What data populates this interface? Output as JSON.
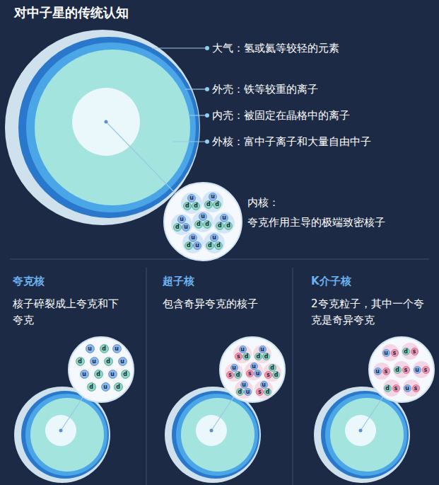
{
  "diagram": {
    "title": "对中子星的传统认知",
    "nodes": [
      {
        "text": [
          "u"
        ]
      },
      {
        "text": [
          "d"
        ]
      },
      {
        "text": [
          "d"
        ]
      },
      {
        "text": [
          "u"
        ]
      },
      {
        "text": [
          "d"
        ]
      },
      {
        "text": [
          "d"
        ]
      },
      {
        "text": [
          "u"
        ]
      },
      {
        "text": [
          "u"
        ]
      },
      {
        "text": [
          "d"
        ]
      },
      {
        "text": [
          "u"
        ]
      },
      {
        "text": [
          "d"
        ]
      },
      {
        "text": [
          "d"
        ]
      },
      {
        "text": [
          "u"
        ]
      },
      {
        "text": [
          "d"
        ]
      },
      {
        "text": [
          "d"
        ]
      },
      {
        "text": [
          "u"
        ]
      },
      {
        "text": [
          "u"
        ]
      },
      {
        "text": [
          "d"
        ]
      },
      {
        "text": [
          "u"
        ]
      },
      {
        "text": [
          "d"
        ]
      },
      {
        "text": [
          "d"
        ]
      },
      {
        "text": [
          "u"
        ]
      },
      {
        "text": [
          "d"
        ]
      },
      {
        "text": [
          "u"
        ]
      },
      {
        "text": [
          "d"
        ]
      },
      {
        "text": [
          "u"
        ]
      },
      {
        "text": [
          "d"
        ]
      },
      {
        "text": [
          "u"
        ]
      },
      {
        "text": [
          "u"
        ]
      },
      {
        "text": [
          "d"
        ]
      },
      {
        "text": [
          "u"
        ]
      },
      {
        "text": [
          "d"
        ]
      },
      {
        "text": [
          "d"
        ]
      },
      {
        "text": [
          "u"
        ]
      },
      {
        "text": [
          "d"
        ]
      },
      {
        "text": [
          "u"
        ]
      },
      {
        "text": [
          "d"
        ]
      },
      {
        "text": [
          "s"
        ]
      },
      {
        "text": [
          "u"
        ]
      },
      {
        "text": [
          "d"
        ]
      },
      {
        "text": [
          "d"
        ]
      },
      {
        "text": [
          "u"
        ]
      },
      {
        "text": [
          "d"
        ]
      },
      {
        "text": [
          "s"
        ]
      },
      {
        "text": [
          "u"
        ]
      },
      {
        "text": [
          "u"
        ]
      },
      {
        "text": [
          "s"
        ]
      },
      {
        "text": [
          "d"
        ]
      },
      {
        "text": [
          "d"
        ]
      },
      {
        "text": [
          "s"
        ]
      },
      {
        "text": [
          "u"
        ]
      },
      {
        "text": [
          "u"
        ]
      },
      {
        "text": [
          "d"
        ]
      },
      {
        "text": [
          "u"
        ]
      },
      {
        "text": [
          "d"
        ]
      },
      {
        "text": [
          "s"
        ]
      },
      {
        "text": [
          "u"
        ]
      },
      {
        "text": [
          "s"
        ]
      },
      {
        "text": [
          "d"
        ]
      },
      {
        "text": [
          "s"
        ]
      },
      {
        "text": [
          "u"
        ]
      },
      {
        "text": [
          "s"
        ]
      },
      {
        "text": [
          "d"
        ]
      },
      {
        "text": [
          "s"
        ]
      },
      {
        "text": [
          "u"
        ]
      },
      {
        "text": [
          "s"
        ]
      },
      {
        "text": [
          "d"
        ]
      },
      {
        "text": [
          "s"
        ]
      },
      {
        "text": [
          "u"
        ]
      },
      {
        "text": [
          "s"
        ]
      }
    ],
    "labels": [
      "大气：氢或氦等较轻的元素",
      "外壳：铁等较重的离子",
      "内壳：被固定在晶格中的离子",
      "外核：富中子离子和大量自由中子",
      "内核：",
      "夸克作用主导的极端致密核子",
      "夸克核",
      "核子碎裂成上夸克和下夸克",
      "超子核",
      "包含奇异夸克的核子",
      "K介子核",
      "2夸克粒子，其中一个夸克是奇异夸克"
    ]
  }
}
